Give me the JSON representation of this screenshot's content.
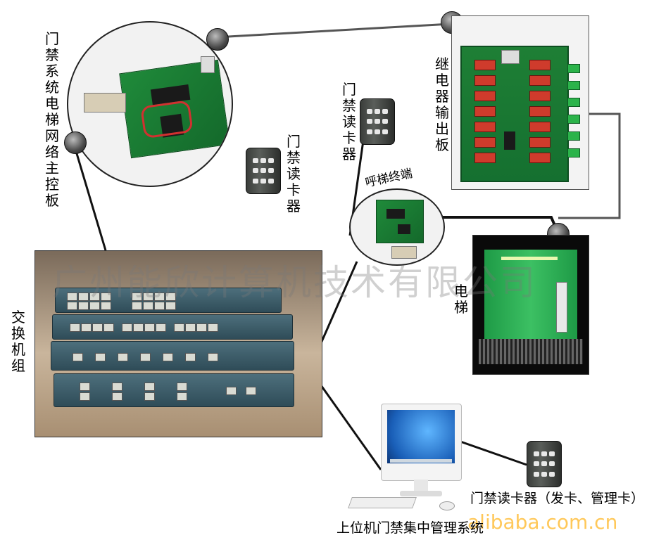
{
  "labels": {
    "main_controller": "门禁系统电梯网络主控板",
    "relay_board": "继电器输出板",
    "card_reader_top": "门禁读卡器",
    "card_reader_left": "门禁读卡器",
    "call_terminal": "呼梯终端",
    "elevator": "电梯",
    "switch_group": "交换机组",
    "issuer_reader": "门禁读卡器（发卡、管理卡）",
    "host_system": "上位机门禁集中管理系统"
  },
  "watermarks": {
    "company": "广州能欣计算机技术有限公司",
    "site": "alibaba.com.cn"
  },
  "colors": {
    "wire": "#111111",
    "relay_wire": "#555555",
    "pcb_green": "#1f8a3a",
    "elevator_green": "#2fb356"
  }
}
